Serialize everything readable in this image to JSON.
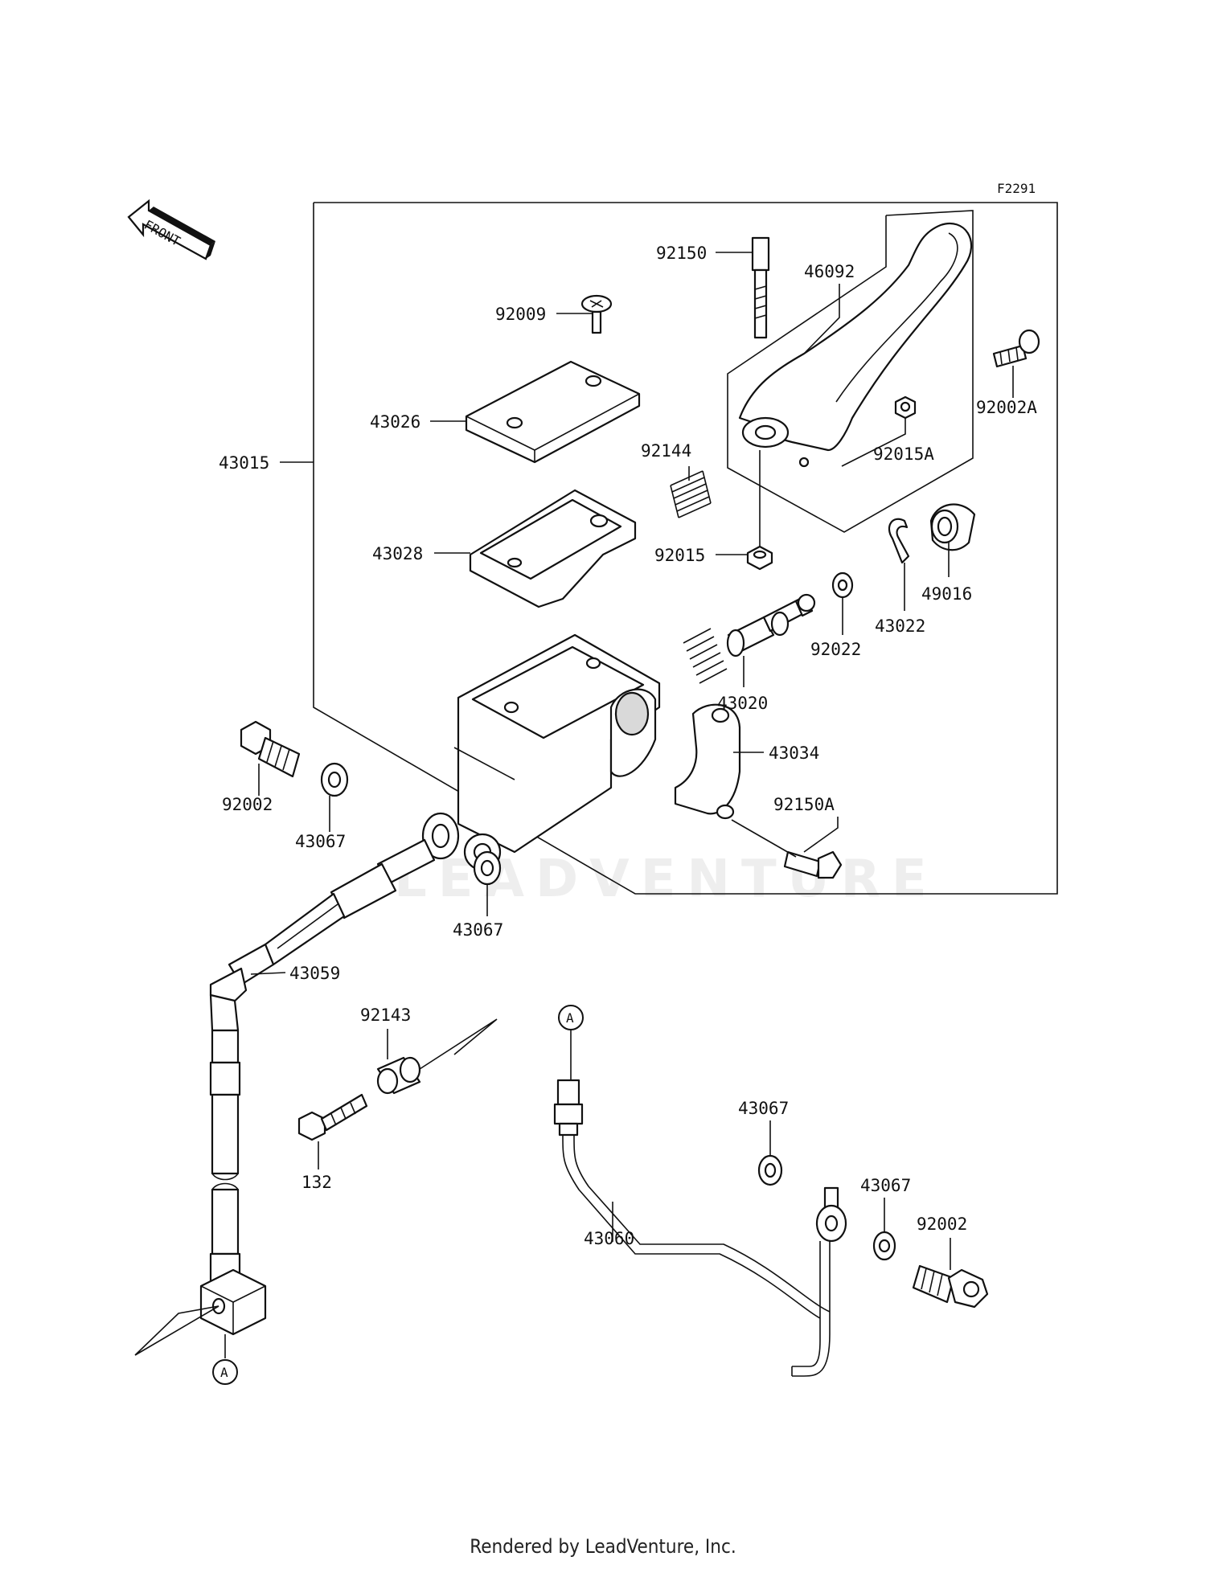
{
  "figure_code": "F2291",
  "front_label": "FRONT",
  "watermark": "LEADVENTURE",
  "callout_letter": "A",
  "footer": "Rendered by LeadVenture, Inc.",
  "part_numbers": {
    "p43015": "43015",
    "p43026": "43026",
    "p43028": "43028",
    "p92009": "92009",
    "p92150": "92150",
    "p46092": "46092",
    "p92002A": "92002A",
    "p92015A": "92015A",
    "p92144": "92144",
    "p92015": "92015",
    "p49016": "49016",
    "p43022": "43022",
    "p92022": "92022",
    "p43020": "43020",
    "p43034": "43034",
    "p92150A": "92150A",
    "p92002_top": "92002",
    "p43067_a": "43067",
    "p43067_b": "43067",
    "p43059": "43059",
    "p92143": "92143",
    "p132": "132",
    "p43060": "43060",
    "p43067_c": "43067",
    "p43067_d": "43067",
    "p92002_bottom": "92002"
  }
}
